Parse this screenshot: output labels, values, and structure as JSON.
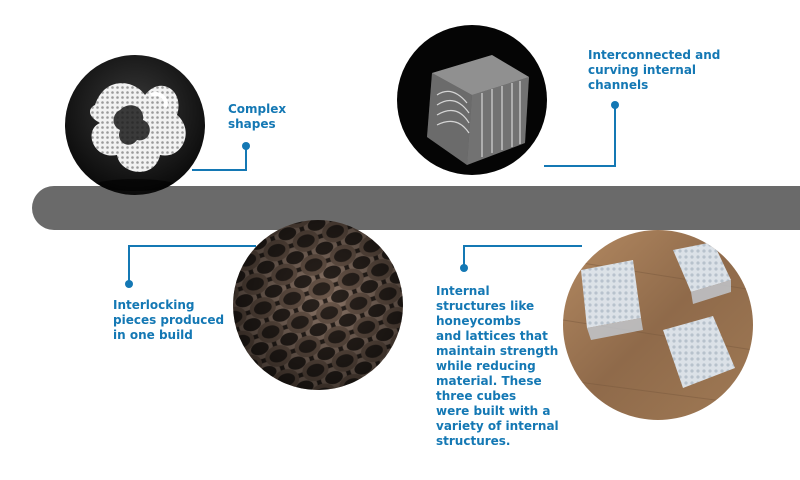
{
  "labels": {
    "complex_shapes": "Complex\nshapes",
    "internal_channels": "Interconnected and\ncurving internal\nchannels",
    "interlocking": "Interlocking\npieces produced\nin one build",
    "internal_structures": "Internal\nstructures like\nhoneycombs\nand lattices that\nmaintain strength\nwhile reducing\nmaterial. These\nthree cubes\nwere built with a\nvariety of internal\nstructures."
  },
  "colors": {
    "accent": "#1478b4",
    "timeline_bar": "#6a6a6a"
  },
  "images": [
    {
      "name": "gyroid-lattice-photo",
      "subject": "white gyroid lattice print"
    },
    {
      "name": "glass-cube-photo",
      "subject": "clear cube with internal channels"
    },
    {
      "name": "chainmail-photo",
      "subject": "interlocking chain mail"
    },
    {
      "name": "lattice-cubes-photo",
      "subject": "three translucent lattice cubes"
    }
  ]
}
